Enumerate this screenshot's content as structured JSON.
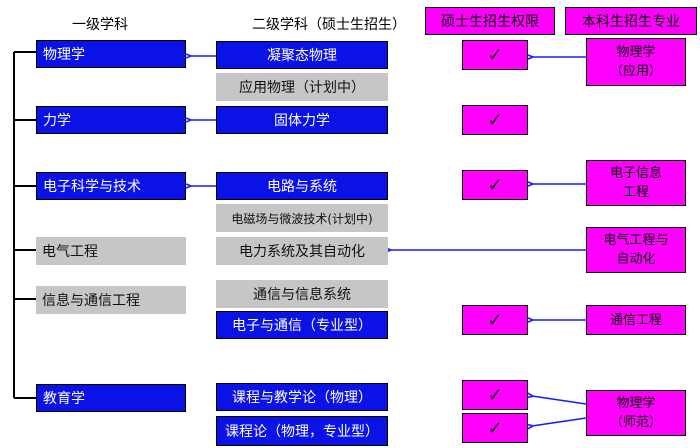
{
  "headers": {
    "level1": "一级学科",
    "level2": "二级学科（硕士生招生）",
    "master_rights": "硕士生招生权限",
    "undergrad": "本科生招生专业"
  },
  "level1": [
    "物理学",
    "力学",
    "电子科学与技术",
    "电气工程",
    "信息与通信工程",
    "教育学"
  ],
  "level2": [
    "凝聚态物理",
    "应用物理（计划中）",
    "固体力学",
    "电路与系统",
    "电磁场与微波技术(计划中)",
    "电力系统及其自动化",
    "通信与信息系统",
    "电子与通信（专业型）",
    "课程与教学论（物理）",
    "课程论（物理，专业型）"
  ],
  "check": "✓",
  "undergrad": [
    {
      "line1": "物理学",
      "line2": "（应用）"
    },
    {
      "line1": "电子信息",
      "line2": "工程"
    },
    {
      "line1": "电气工程与",
      "line2": "自动化"
    },
    {
      "line1": "通信工程",
      "line2": ""
    },
    {
      "line1": "物理学",
      "line2": "（师范）"
    }
  ],
  "colors": {
    "blue": "#0a12e6",
    "gray": "#c6c6c6",
    "magenta": "#ff00ff"
  }
}
